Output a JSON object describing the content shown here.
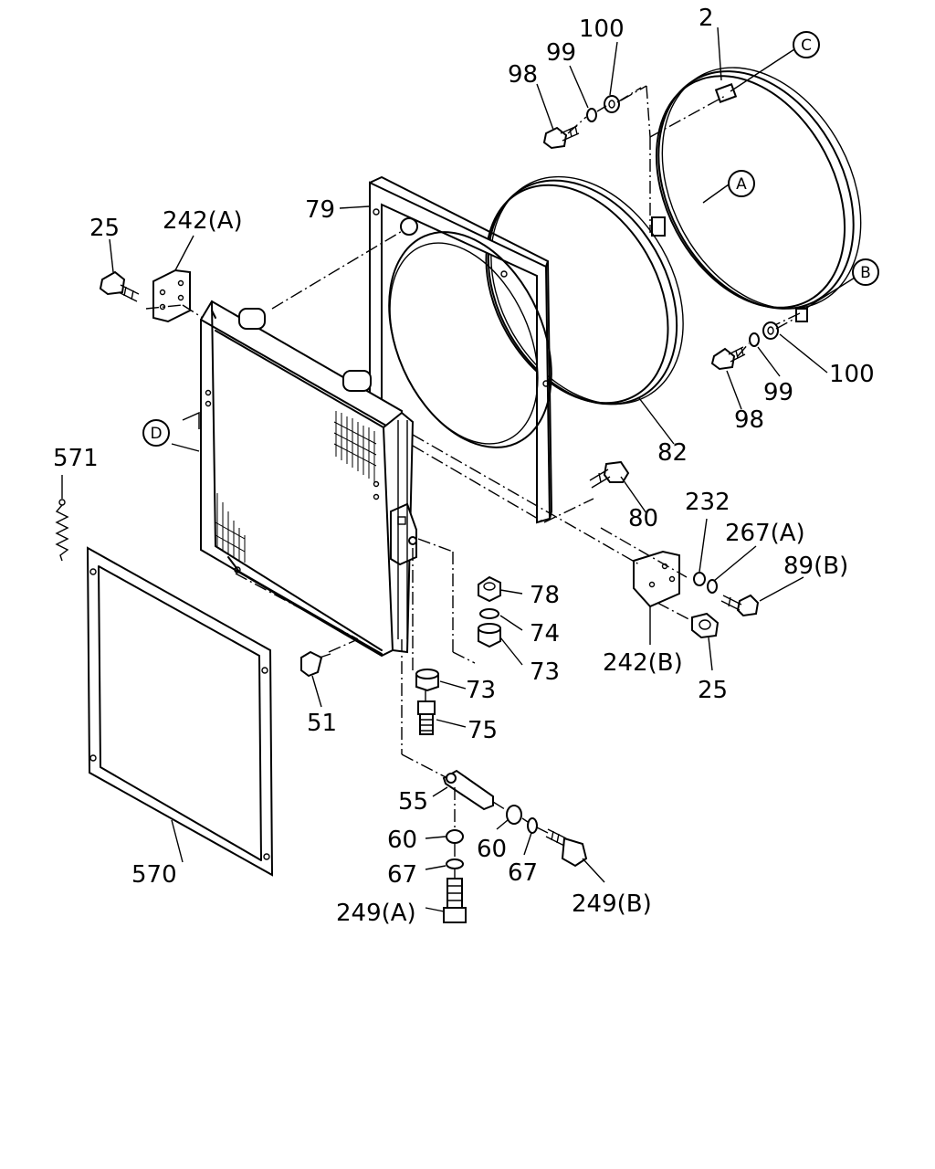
{
  "diagram": {
    "part_labels": {
      "p2": "2",
      "p100_top": "100",
      "p99_top": "99",
      "p98_top": "98",
      "p79": "79",
      "p25_left": "25",
      "p242a": "242(A)",
      "p100_right": "100",
      "p99_right": "99",
      "p98_right": "98",
      "p82": "82",
      "p571": "571",
      "p80": "80",
      "p232": "232",
      "p267a": "267(A)",
      "p89b": "89(B)",
      "p78": "78",
      "p74": "74",
      "p73_right": "73",
      "p242b": "242(B)",
      "p25_right": "25",
      "p73_mid": "73",
      "p51": "51",
      "p75": "75",
      "p55": "55",
      "p60_left": "60",
      "p60_right": "60",
      "p67_left": "67",
      "p67_right": "67",
      "p570": "570",
      "p249b": "249(B)",
      "p249a": "249(A)"
    },
    "callouts": {
      "a": "A",
      "b": "B",
      "c": "C",
      "d": "D"
    }
  }
}
